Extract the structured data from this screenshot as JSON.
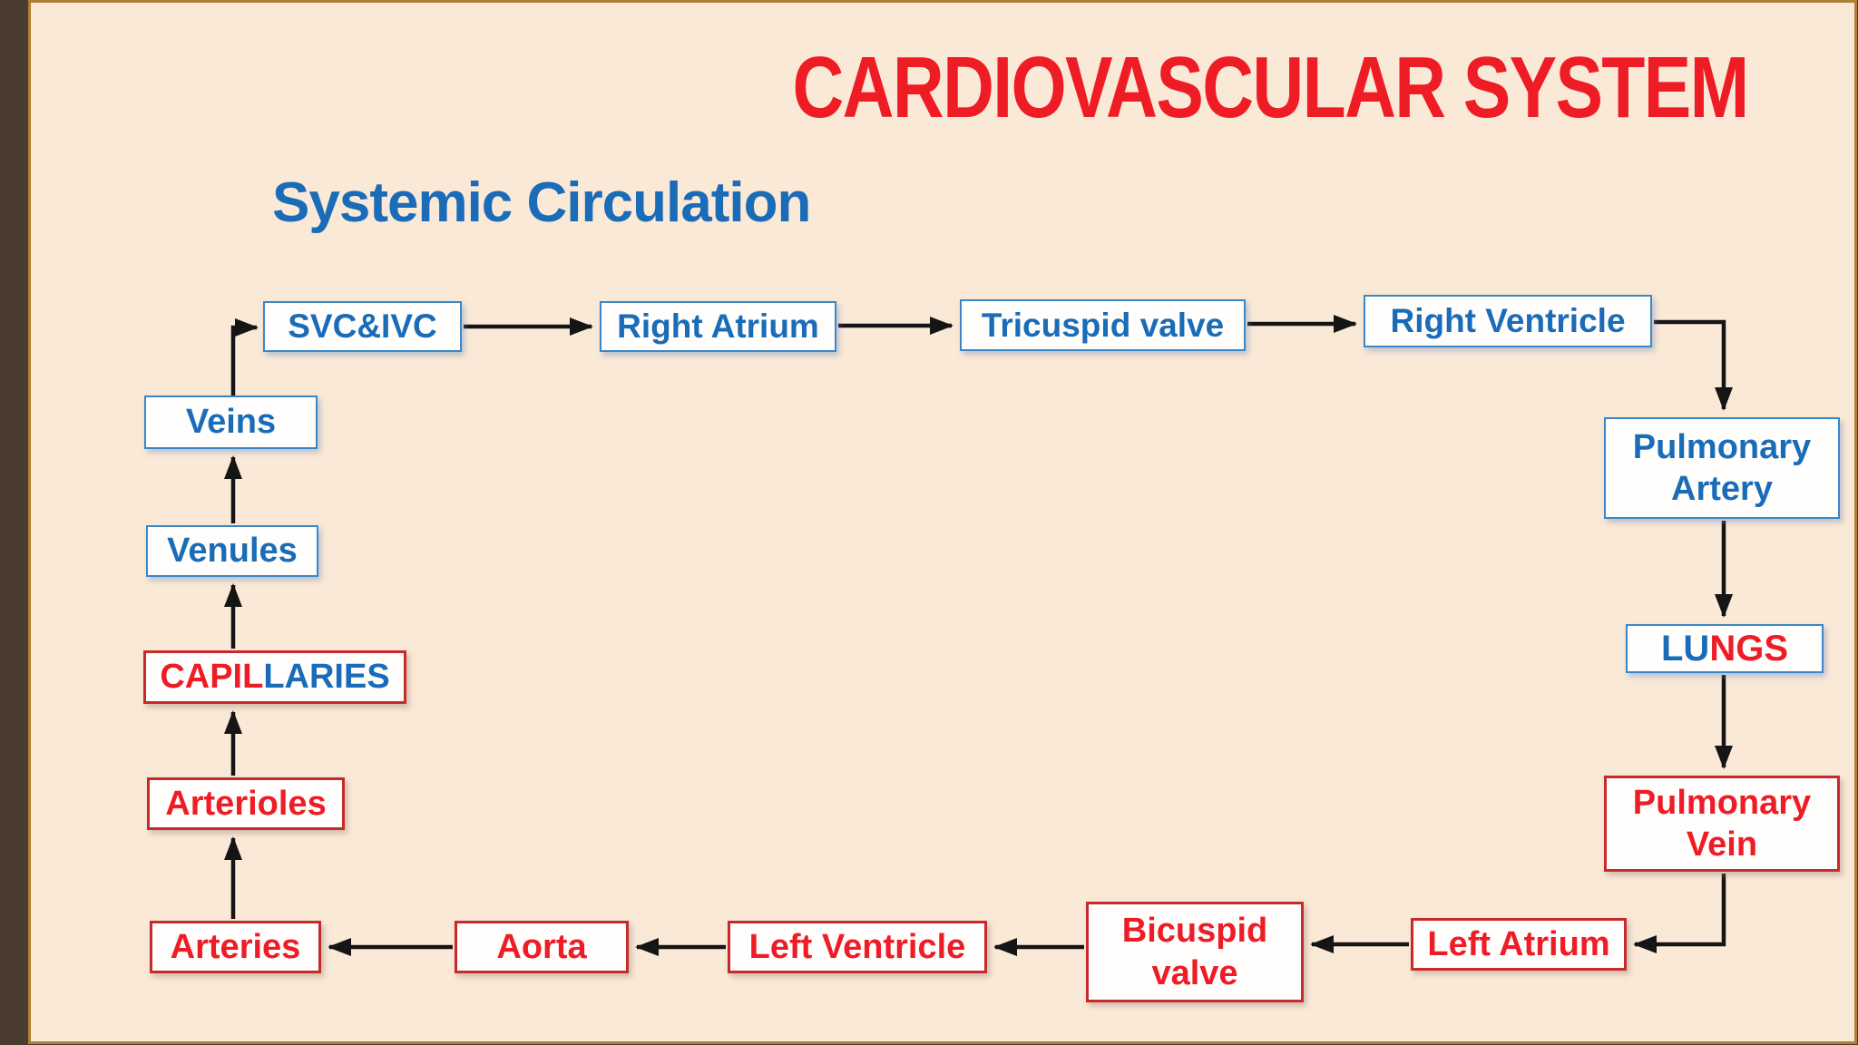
{
  "title": "CARDIOVASCULAR SYSTEM",
  "subtitle": "Systemic Circulation",
  "colors": {
    "background": "#fbe9d7",
    "edge_bar": "#4a3c31",
    "frame_border": "#b07f35",
    "blue_text": "#1a6cb8",
    "red_text": "#ee1c25",
    "blue_box_border": "#3a87c8",
    "red_box_border": "#c62a2a",
    "arrow": "#151515"
  },
  "nodes": {
    "svc_ivc": {
      "label": "SVC&IVC"
    },
    "right_atrium": {
      "label": "Right Atrium"
    },
    "tricuspid_valve": {
      "label": "Tricuspid valve"
    },
    "right_ventricle": {
      "label": "Right Ventricle"
    },
    "pulmonary_artery": {
      "line1": "Pulmonary",
      "line2": "Artery"
    },
    "lungs": {
      "seg_blue": "LU",
      "seg_red": "NGS"
    },
    "pulmonary_vein": {
      "line1": "Pulmonary",
      "line2": "Vein"
    },
    "left_atrium": {
      "label": "Left Atrium"
    },
    "bicuspid_valve": {
      "line1": "Bicuspid",
      "line2": "valve"
    },
    "left_ventricle": {
      "label": "Left Ventricle"
    },
    "aorta": {
      "label": "Aorta"
    },
    "arteries": {
      "label": "Arteries"
    },
    "arterioles": {
      "label": "Arterioles"
    },
    "capillaries": {
      "seg_red": "CAPIL",
      "seg_blue": "LARIES"
    },
    "venules": {
      "label": "Venules"
    },
    "veins": {
      "label": "Veins"
    }
  },
  "edges": [
    {
      "from": "veins",
      "to": "svc_ivc"
    },
    {
      "from": "svc_ivc",
      "to": "right_atrium"
    },
    {
      "from": "right_atrium",
      "to": "tricuspid_valve"
    },
    {
      "from": "tricuspid_valve",
      "to": "right_ventricle"
    },
    {
      "from": "right_ventricle",
      "to": "pulmonary_artery"
    },
    {
      "from": "pulmonary_artery",
      "to": "lungs"
    },
    {
      "from": "lungs",
      "to": "pulmonary_vein"
    },
    {
      "from": "pulmonary_vein",
      "to": "left_atrium"
    },
    {
      "from": "left_atrium",
      "to": "bicuspid_valve"
    },
    {
      "from": "bicuspid_valve",
      "to": "left_ventricle"
    },
    {
      "from": "left_ventricle",
      "to": "aorta"
    },
    {
      "from": "aorta",
      "to": "arteries"
    },
    {
      "from": "arteries",
      "to": "arterioles"
    },
    {
      "from": "arterioles",
      "to": "capillaries"
    },
    {
      "from": "capillaries",
      "to": "venules"
    },
    {
      "from": "venules",
      "to": "veins"
    }
  ]
}
